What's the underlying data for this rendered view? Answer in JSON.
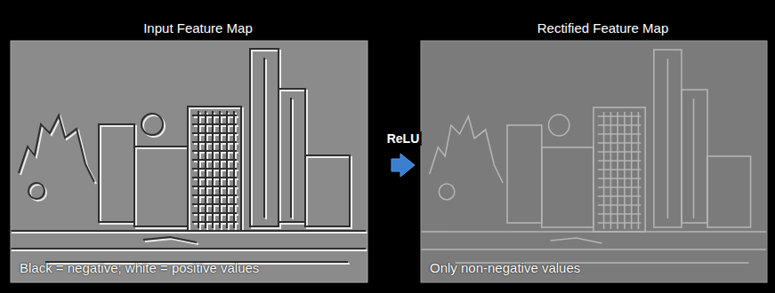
{
  "diagram": {
    "nodes": [
      {
        "text": [
          "Input Feature Map",
          "Black = negative; white = positive values"
        ]
      },
      {
        "text": [
          "Rectified Feature Map",
          "Only non-negative values"
        ]
      }
    ],
    "edges": [
      {
        "from": 0,
        "to": 1,
        "arrow": "to",
        "label": "ReLU"
      }
    ]
  }
}
